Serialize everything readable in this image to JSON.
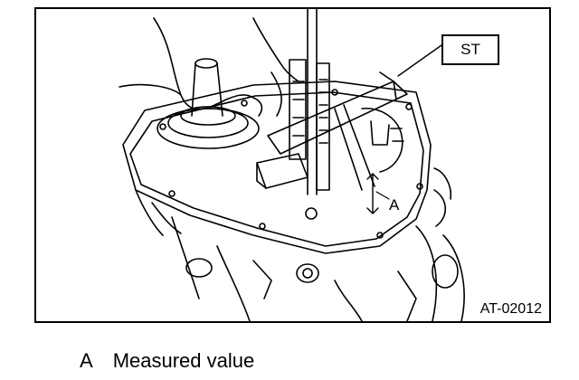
{
  "figure": {
    "callout_st": "ST",
    "callout_a": "A",
    "figure_code": "AT-02012"
  },
  "legend": {
    "key": "A",
    "text": "Measured value"
  }
}
